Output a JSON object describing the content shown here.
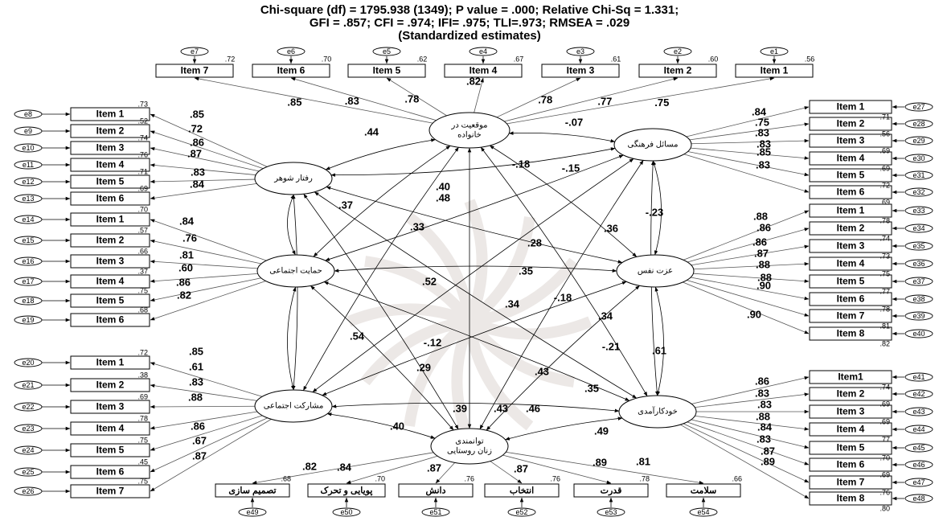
{
  "header": {
    "line1": "Chi-square (df) = 1795.938 (1349); P value = .000; Relative Chi-Sq = 1.331;",
    "line2": "GFI = .857; CFI = .974; IFI= .975; TLI=.973; RMSEA = .029",
    "line3": "(Standardized estimates)"
  },
  "factors": {
    "center": [
      "موقعیت در",
      "خانواده"
    ],
    "husband": [
      "رفتار شوهر"
    ],
    "culture": [
      "مسائل فرهنگی"
    ],
    "support": [
      "حمایت اجتماعی"
    ],
    "esteem": [
      "عزت نفس"
    ],
    "partic": [
      "مشارکت اجتماعی"
    ],
    "self": [
      "خودکارآمدی"
    ],
    "empower": [
      "توانمندی",
      "زنان روستایی"
    ]
  },
  "groups": {
    "top": {
      "items": [
        {
          "item": "Item 7",
          "err": "e7",
          "r2": ".72",
          "load": ".85"
        },
        {
          "item": "Item 6",
          "err": "e6",
          "r2": ".70",
          "load": ".83"
        },
        {
          "item": "Item 5",
          "err": "e5",
          "r2": ".62",
          "load": ".78"
        },
        {
          "item": "Item 4",
          "err": "e4",
          "r2": ".67",
          "load": ".82"
        },
        {
          "item": "Item 3",
          "err": "e3",
          "r2": ".61",
          "load": ".78"
        },
        {
          "item": "Item 2",
          "err": "e2",
          "r2": ".60",
          "load": ".77"
        },
        {
          "item": "Item 1",
          "err": "e1",
          "r2": ".56",
          "load": ".75"
        }
      ]
    },
    "husband": {
      "items": [
        {
          "item": "Item 1",
          "err": "e8",
          "r2": ".73",
          "load": ".85"
        },
        {
          "item": "Item 2",
          "err": "e9",
          "r2": ".52",
          "load": ".72"
        },
        {
          "item": "Item 3",
          "err": "e10",
          "r2": ".74",
          "load": ".86"
        },
        {
          "item": "Item 4",
          "err": "e11",
          "r2": ".76",
          "load": ".87"
        },
        {
          "item": "Item 5",
          "err": "e12",
          "r2": ".71",
          "load": ".83"
        },
        {
          "item": "Item 6",
          "err": "e13",
          "r2": ".69",
          "load": ".84"
        }
      ]
    },
    "support": {
      "items": [
        {
          "item": "Item 1",
          "err": "e14",
          "r2": ".70",
          "load": ".84"
        },
        {
          "item": "Item 2",
          "err": "e15",
          "r2": ".57",
          "load": ".76"
        },
        {
          "item": "Item 3",
          "err": "e16",
          "r2": ".66",
          "load": ".81"
        },
        {
          "item": "Item 4",
          "err": "e17",
          "r2": ".37",
          "load": ".60"
        },
        {
          "item": "Item 5",
          "err": "e18",
          "r2": ".75",
          "load": ".86"
        },
        {
          "item": "Item 6",
          "err": "e19",
          "r2": ".68",
          "load": ".82"
        }
      ]
    },
    "partic": {
      "items": [
        {
          "item": "Item 1",
          "err": "e20",
          "r2": ".72",
          "load": ".85"
        },
        {
          "item": "Item 2",
          "err": "e21",
          "r2": ".38",
          "load": ".61"
        },
        {
          "item": "Item 3",
          "err": "e22",
          "r2": ".69",
          "load": ".83"
        },
        {
          "item": "Item 4",
          "err": "e23",
          "r2": ".78",
          "load": ".88"
        },
        {
          "item": "Item 5",
          "err": "e24",
          "r2": ".75",
          "load": ".86"
        },
        {
          "item": "Item 6",
          "err": "e25",
          "r2": ".45",
          "load": ".67"
        },
        {
          "item": "Item 7",
          "err": "e26",
          "r2": ".75",
          "load": ".87"
        }
      ]
    },
    "culture": {
      "items": [
        {
          "item": "Item 1",
          "err": "e27",
          "r2": ".71",
          "load": ".84"
        },
        {
          "item": "Item 2",
          "err": "e28",
          "r2": ".56",
          "load": ".75"
        },
        {
          "item": "Item 3",
          "err": "e29",
          "r2": ".69",
          "load": ".83"
        },
        {
          "item": "Item 4",
          "err": "e30",
          "r2": ".69",
          "load": ".83"
        },
        {
          "item": "Item 5",
          "err": "e31",
          "r2": ".72",
          "load": ".85"
        },
        {
          "item": "Item 6",
          "err": "e32",
          "r2": ".69",
          "load": ".83"
        }
      ]
    },
    "esteem": {
      "items": [
        {
          "item": "Item 1",
          "err": "e33",
          "r2": ".78",
          "load": ".88"
        },
        {
          "item": "Item 2",
          "err": "e34",
          "r2": ".74",
          "load": ".86"
        },
        {
          "item": "Item 3",
          "err": "e35",
          "r2": ".73",
          "load": ".86"
        },
        {
          "item": "Item 4",
          "err": "e36",
          "r2": ".75",
          "load": ".87"
        },
        {
          "item": "Item 5",
          "err": "e37",
          "r2": ".77",
          "load": ".88"
        },
        {
          "item": "Item 6",
          "err": "e38",
          "r2": ".78",
          "load": ".88"
        },
        {
          "item": "Item 7",
          "err": "e39",
          "r2": ".81",
          "load": ".90"
        },
        {
          "item": "Item 8",
          "err": "e40",
          "r2": ".82",
          "load": ".90"
        }
      ]
    },
    "self": {
      "items": [
        {
          "item": "Item1",
          "err": "e41",
          "r2": ".74",
          "load": ".86"
        },
        {
          "item": "Item 2",
          "err": "e42",
          "r2": ".69",
          "load": ".83"
        },
        {
          "item": "Item 3",
          "err": "e43",
          "r2": ".69",
          "load": ".83"
        },
        {
          "item": "Item 4",
          "err": "e44",
          "r2": ".77",
          "load": ".88"
        },
        {
          "item": "Item 5",
          "err": "e45",
          "r2": ".70",
          "load": ".84"
        },
        {
          "item": "Item 6",
          "err": "e46",
          "r2": ".69",
          "load": ".83"
        },
        {
          "item": "Item 7",
          "err": "e47",
          "r2": ".76",
          "load": ".87"
        },
        {
          "item": "Item 8",
          "err": "e48",
          "r2": ".80",
          "load": ".89"
        }
      ]
    },
    "bottom": {
      "items": [
        {
          "item": "تصمیم سازی",
          "err": "e49",
          "r2": ".68",
          "load": ".82"
        },
        {
          "item": "پویایی و تحرک",
          "err": "e50",
          "r2": ".70",
          "load": ".84"
        },
        {
          "item": "دانش",
          "err": "e51",
          "r2": ".76",
          "load": ".87"
        },
        {
          "item": "انتخاب",
          "err": "e52",
          "r2": ".76",
          "load": ".87"
        },
        {
          "item": "قدرت",
          "err": "e53",
          "r2": ".78",
          "load": ".89"
        },
        {
          "item": "سلامت",
          "err": "e54",
          "r2": ".66",
          "load": ".81"
        }
      ]
    }
  },
  "covariances": {
    "center_culture": "-.07",
    "center_husband": ".44",
    "husband_culture": "-.18",
    "husband_support": ".37",
    "husband_esteem": ".40",
    "husband_self": ".48",
    "husband_partic": ".33",
    "husband_empower": ".52",
    "culture_support": "-.15",
    "culture_esteem": "-.23",
    "culture_empower": ".28",
    "culture_partic": ".36",
    "culture_self": "-.18",
    "support_esteem": ".35",
    "support_partic": ".54",
    "support_self": ".34",
    "support_empower": "-.12",
    "esteem_partic": ".34",
    "esteem_self": ".61",
    "esteem_empower": "-.21",
    "partic_self": ".29",
    "partic_empower": ".40",
    "self_empower": ".49",
    "center_partic": ".43",
    "culture_husband_low": ".35",
    "center_empower": ".43",
    "center_self": ".46",
    "partic_esteem_low": ".39"
  }
}
